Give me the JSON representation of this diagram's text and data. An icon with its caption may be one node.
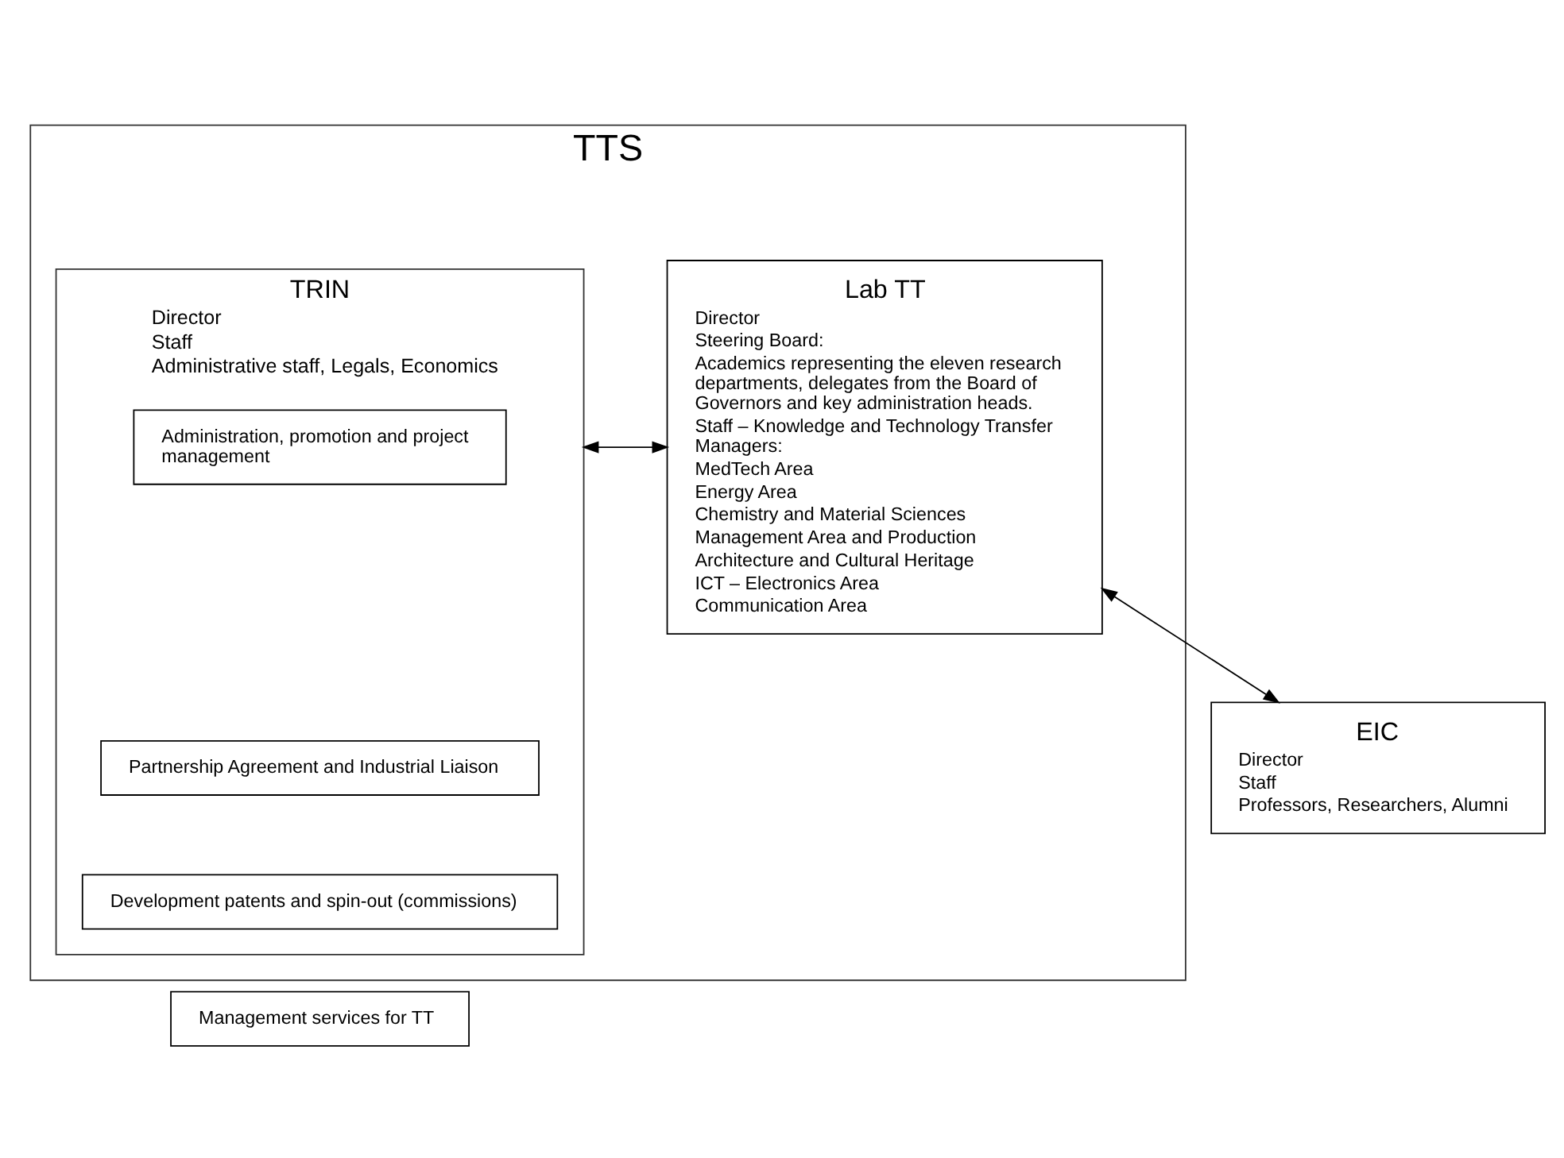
{
  "diagram": {
    "nodes": [
      {
        "text": [
          "TTS"
        ]
      },
      {
        "text": [
          "TRIN",
          "Director",
          "Staff",
          "Administrative staff, Legals, Economics"
        ],
        "in": 0
      },
      {
        "text": [
          "Administration, promotion and project management"
        ],
        "in": 1
      },
      {
        "text": [
          "Partnership Agreement and Industrial Liaison"
        ],
        "in": 1
      },
      {
        "text": [
          "Development patents and spin-out (commissions)"
        ],
        "in": 1
      },
      {
        "text": [
          "Management services for TT"
        ]
      },
      {
        "text": [
          "Lab TT",
          "Director",
          "Steering Board:",
          "Academics representing the eleven research departments, delegates from the Board of Governors and key administration heads.",
          "Staff – Knowledge and Technology Transfer Managers:",
          "MedTech Area",
          "Energy Area",
          "Chemistry and Material Sciences",
          "Management Area and Production",
          "Architecture and Cultural Heritage",
          "ICT – Electronics Area",
          "Communication Area"
        ],
        "in": 0
      },
      {
        "text": [
          "EIC",
          "Director",
          "Staff",
          "Professors, Researchers, Alumni"
        ]
      }
    ],
    "edges": [
      {
        "from": 1,
        "to": 6,
        "arrow": "both"
      },
      {
        "from": 6,
        "to": 7,
        "arrow": "both"
      }
    ]
  }
}
